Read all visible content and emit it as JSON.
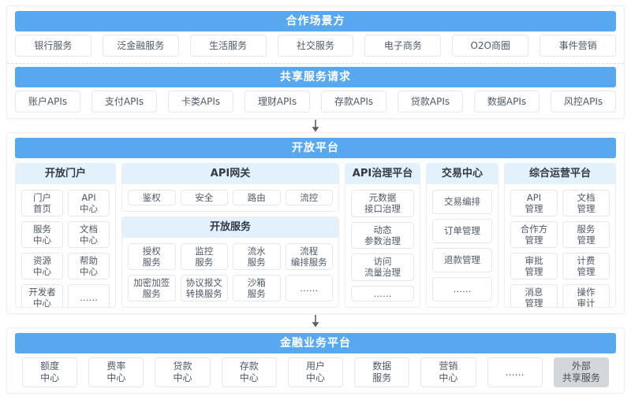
{
  "colors": {
    "bar_blue": "#58A8F0",
    "header_light_blue": "#E2F1FC",
    "box_border": "#E4E7EC",
    "panel_border": "#ECEEF2",
    "box_text": "#4E5969",
    "gray_box_bg": "#D3D6DA",
    "arrow_gray": "#5A6068",
    "dashed_divider": "#D8DDE3"
  },
  "top_section": {
    "scenario_title": "合作场景方",
    "scenario_items": [
      "银行服务",
      "泛金融服务",
      "生活服务",
      "社交服务",
      "电子商务",
      "O2O商圈",
      "事件营销"
    ],
    "request_title": "共享服务请求",
    "request_items": [
      "账户APIs",
      "支付APIs",
      "卡类APIs",
      "理财APIs",
      "存款APIs",
      "贷款APIs",
      "数据APIs",
      "风控APIs"
    ]
  },
  "open_platform": {
    "title": "开放平台",
    "portal": {
      "title": "开放门户",
      "items": [
        "门户\n首页",
        "API\n中心",
        "服务\n中心",
        "文档\n中心",
        "资源\n中心",
        "帮助\n中心",
        "开发者\n中心",
        "……"
      ]
    },
    "gateway": {
      "title": "API网关",
      "items": [
        "鉴权",
        "安全",
        "路由",
        "流控"
      ]
    },
    "open_services": {
      "title": "开放服务",
      "items": [
        "授权\n服务",
        "监控\n服务",
        "流水\n服务",
        "流程\n编排服务",
        "加密加签\n服务",
        "协议报文\n转换服务",
        "沙箱\n服务",
        "……"
      ]
    },
    "governance": {
      "title": "API治理平台",
      "items": [
        "元数据\n接口治理",
        "动态\n参数治理",
        "访问\n流量治理",
        "……"
      ]
    },
    "trade": {
      "title": "交易中心",
      "items": [
        "交易编排",
        "订单管理",
        "退款管理",
        "……"
      ]
    },
    "operation": {
      "title": "综合运营平台",
      "items": [
        "API\n管理",
        "文档\n管理",
        "合作方\n管理",
        "服务\n管理",
        "审批\n管理",
        "计费\n管理",
        "消息\n管理",
        "操作\n审计"
      ]
    }
  },
  "finance_platform": {
    "title": "金融业务平台",
    "items": [
      "额度\n中心",
      "费率\n中心",
      "贷款\n中心",
      "存款\n中心",
      "用户\n中心",
      "数据\n服务",
      "营销\n中心",
      "……"
    ],
    "external_item": "外部\n共享服务"
  }
}
